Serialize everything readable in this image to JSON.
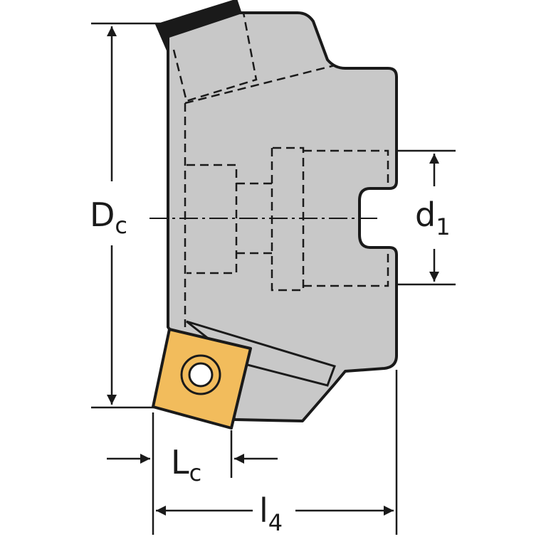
{
  "diagram": {
    "labels": {
      "dc": {
        "main": "D",
        "sub": "c"
      },
      "d1": {
        "main": "d",
        "sub": "1"
      },
      "lc": {
        "main": "L",
        "sub": "c"
      },
      "l4": {
        "main": "l",
        "sub": "4"
      }
    },
    "colors": {
      "body_fill": "#c8c8c8",
      "outline": "#1a1a1a",
      "insert_fill": "#f2bc5c",
      "background": "#ffffff"
    }
  }
}
